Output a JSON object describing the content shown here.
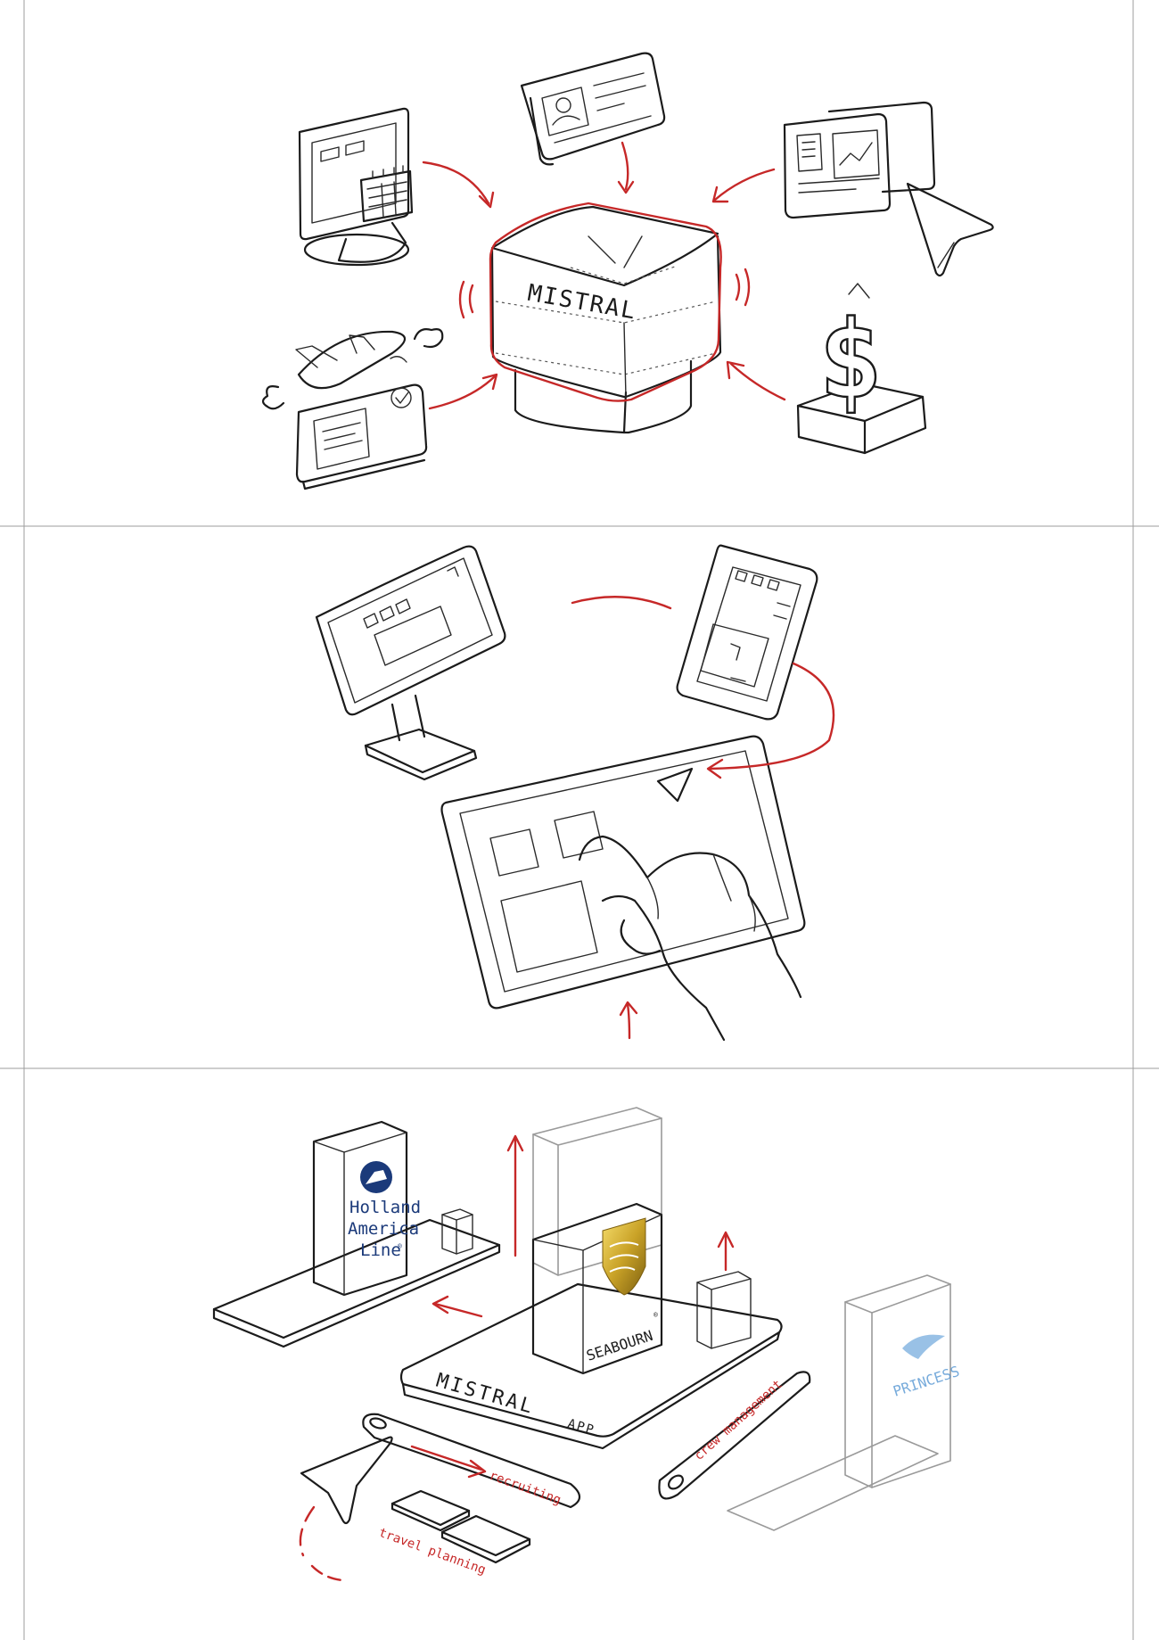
{
  "colors": {
    "accent": "#c62828",
    "ink": "#1b1b1b",
    "hal_blue": "#1b3a7a",
    "seabourn_gold": "#c9a227",
    "princess_blue": "#4a8fd0"
  },
  "panel1": {
    "hub_label": "MISTRAL",
    "icons": [
      "desktop-calendar-icon",
      "id-card-icon",
      "dashboard-cursor-icon",
      "airplane-document-icon",
      "dollar-icon"
    ]
  },
  "panel2": {
    "icons": [
      "desktop-monitor-icon",
      "smartphone-icon",
      "tablet-touch-icon",
      "hand-icon",
      "cursor-arrow-icon"
    ]
  },
  "panel3": {
    "platform_label": "MISTRAL",
    "platform_sublabel": "APP",
    "brands": {
      "hal": [
        "Holland",
        "America",
        "Line"
      ],
      "hal_mark": "®",
      "seabourn": "SEABOURN",
      "seabourn_mark": "®",
      "princess": "PRINCESS"
    },
    "modules": {
      "crew": "crew management",
      "recruiting": "recruiting",
      "travel": "travel planning"
    }
  }
}
